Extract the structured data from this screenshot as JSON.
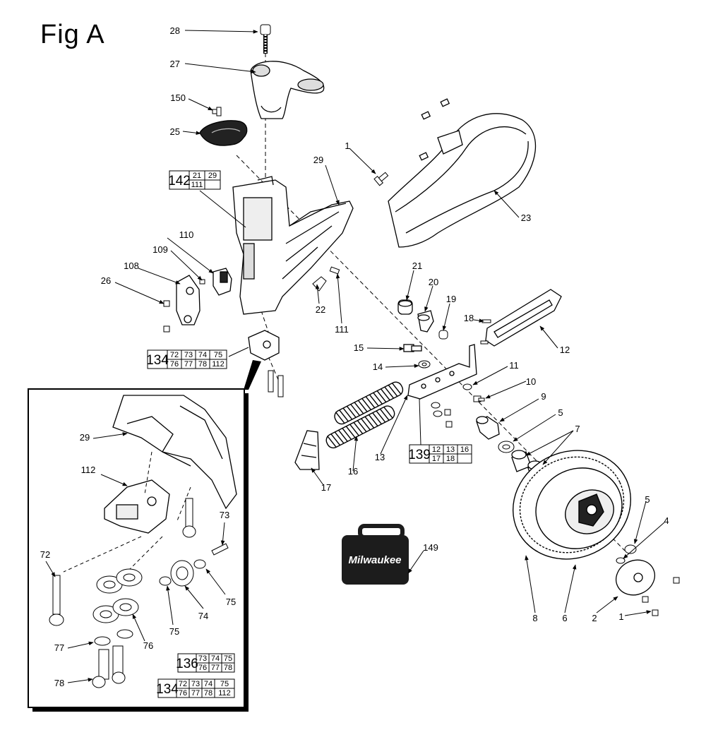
{
  "figure": {
    "title": "Fig A"
  },
  "callouts": {
    "c28": "28",
    "c27": "27",
    "c150": "150",
    "c25": "25",
    "c29": "29",
    "c1a": "1",
    "c23": "23",
    "c110": "110",
    "c109": "109",
    "c108": "108",
    "c26": "26",
    "c21": "21",
    "c20": "20",
    "c19": "19",
    "c18": "18",
    "c22": "22",
    "c111": "111",
    "c12": "12",
    "c15": "15",
    "c14": "14",
    "c11": "11",
    "c10": "10",
    "c9": "9",
    "c5a": "5",
    "c7": "7",
    "c13": "13",
    "c16": "16",
    "c17": "17",
    "c5b": "5",
    "c4": "4",
    "c149": "149",
    "c8": "8",
    "c6": "6",
    "c2": "2",
    "c1b": "1"
  },
  "inset_callouts": {
    "c29": "29",
    "c112": "112",
    "c73": "73",
    "c72": "72",
    "c75a": "75",
    "c74": "74",
    "c75b": "75",
    "c76": "76",
    "c77": "77",
    "c78": "78"
  },
  "kits": {
    "k142": {
      "main": "142",
      "cells": [
        "21",
        "29",
        "111",
        ""
      ]
    },
    "k134": {
      "main": "134",
      "cells": [
        "72",
        "73",
        "74",
        "75",
        "76",
        "77",
        "78",
        "112"
      ]
    },
    "k139": {
      "main": "139",
      "cells": [
        "12",
        "13",
        "16",
        "17",
        "18",
        ""
      ]
    },
    "k136": {
      "main": "136",
      "cells": [
        "73",
        "74",
        "75",
        "76",
        "77",
        "78"
      ]
    },
    "k134b": {
      "main": "134",
      "cells": [
        "72",
        "73",
        "74",
        "75",
        "76",
        "77",
        "78",
        "112"
      ]
    }
  },
  "case_logo": "Milwaukee",
  "colors": {
    "ink": "#000000",
    "case": "#1c1c1c",
    "paper": "#ffffff"
  }
}
